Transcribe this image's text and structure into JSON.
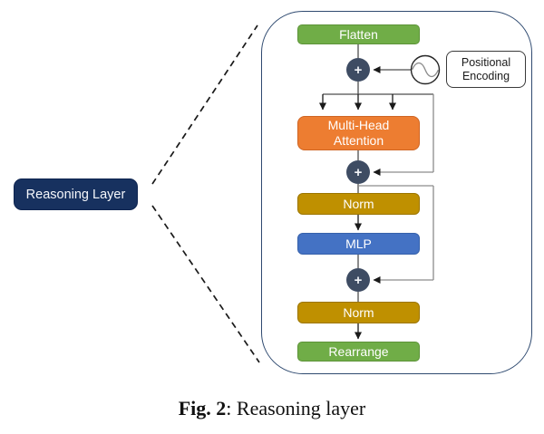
{
  "figure": {
    "caption": {
      "label": "Fig. 2",
      "rest": ": Reasoning layer"
    }
  },
  "overview": {
    "reasoning_layer_label": "Reasoning Layer"
  },
  "diagram": {
    "add_symbol": "+",
    "nodes": {
      "flatten": "Flatten",
      "positional_encoding": "Positional Encoding",
      "multi_head_attention": "Multi-Head Attention",
      "norm1": "Norm",
      "mlp": "MLP",
      "norm2": "Norm",
      "rearrange": "Rearrange"
    },
    "colors": {
      "green": "#70ad47",
      "orange": "#ed7d31",
      "gold": "#bf9000",
      "blue": "#4472c4",
      "add_circle": "#3e4c63",
      "reasoning_navy": "#17315f",
      "frame_border": "#2f4a70",
      "skip_line": "#8c8c8c",
      "main_line": "#4d4d4d"
    }
  }
}
